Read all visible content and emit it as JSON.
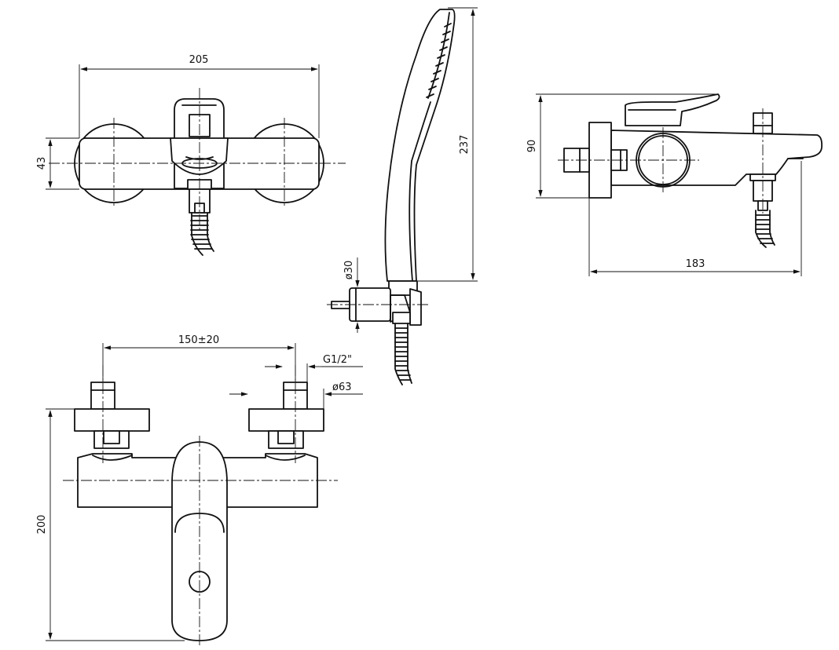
{
  "dimensions": {
    "top_width": "205",
    "top_height": "43",
    "hand_shower_length": "237",
    "holder_diameter": "ø30",
    "side_height": "90",
    "side_depth": "183",
    "inlet_spacing": "150±20",
    "thread": "G1/2\"",
    "flange_diameter": "ø63",
    "front_height": "200"
  }
}
